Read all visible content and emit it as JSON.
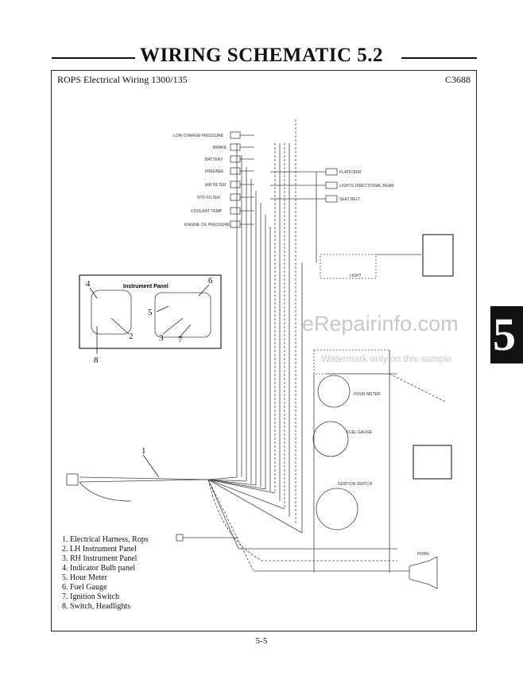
{
  "page": {
    "title": "WIRING SCHEMATIC 5.2",
    "diagram_title": "ROPS Electrical Wiring 1300/135",
    "diagram_code": "C3688",
    "page_number": "5-5",
    "section_tab": "5"
  },
  "watermark": {
    "text": "eRepairinfo.com",
    "subtext": "Watermark only on this sample"
  },
  "sensors": [
    "LOW CHARGE PRESSURE",
    "BRAKE",
    "BATTERY",
    "FREEBEE",
    "AIR FILTER",
    "HYD FILTER",
    "COOLANT TEMP",
    "ENGINE OIL PRESSURE"
  ],
  "right_sensors": [
    "PLATFORM",
    "LIGHTS DIRECTIONAL BEAM",
    "SEAT BELT"
  ],
  "right_labels": {
    "light": "LIGHT",
    "hour_meter": "HOUR METER",
    "fuel_gauge": "FUEL GAUGE",
    "ignition_switch": "IGNITION SWITCH",
    "horn": "HORN"
  },
  "instrument_panel": {
    "title": "Instrument Panel",
    "callouts": [
      "1",
      "2",
      "3",
      "4",
      "5",
      "6",
      "7",
      "8"
    ]
  },
  "legend": [
    "1.  Electrical Harness,  Rops",
    "2.  LH Instrument Panel",
    "3.  RH Instrument Panel",
    "4.  Indicator Bulb panel",
    "5.  Hour Meter",
    "6.  Fuel Gauge",
    "7.  Ignition Switch",
    "8.  Switch,  Headlights"
  ]
}
